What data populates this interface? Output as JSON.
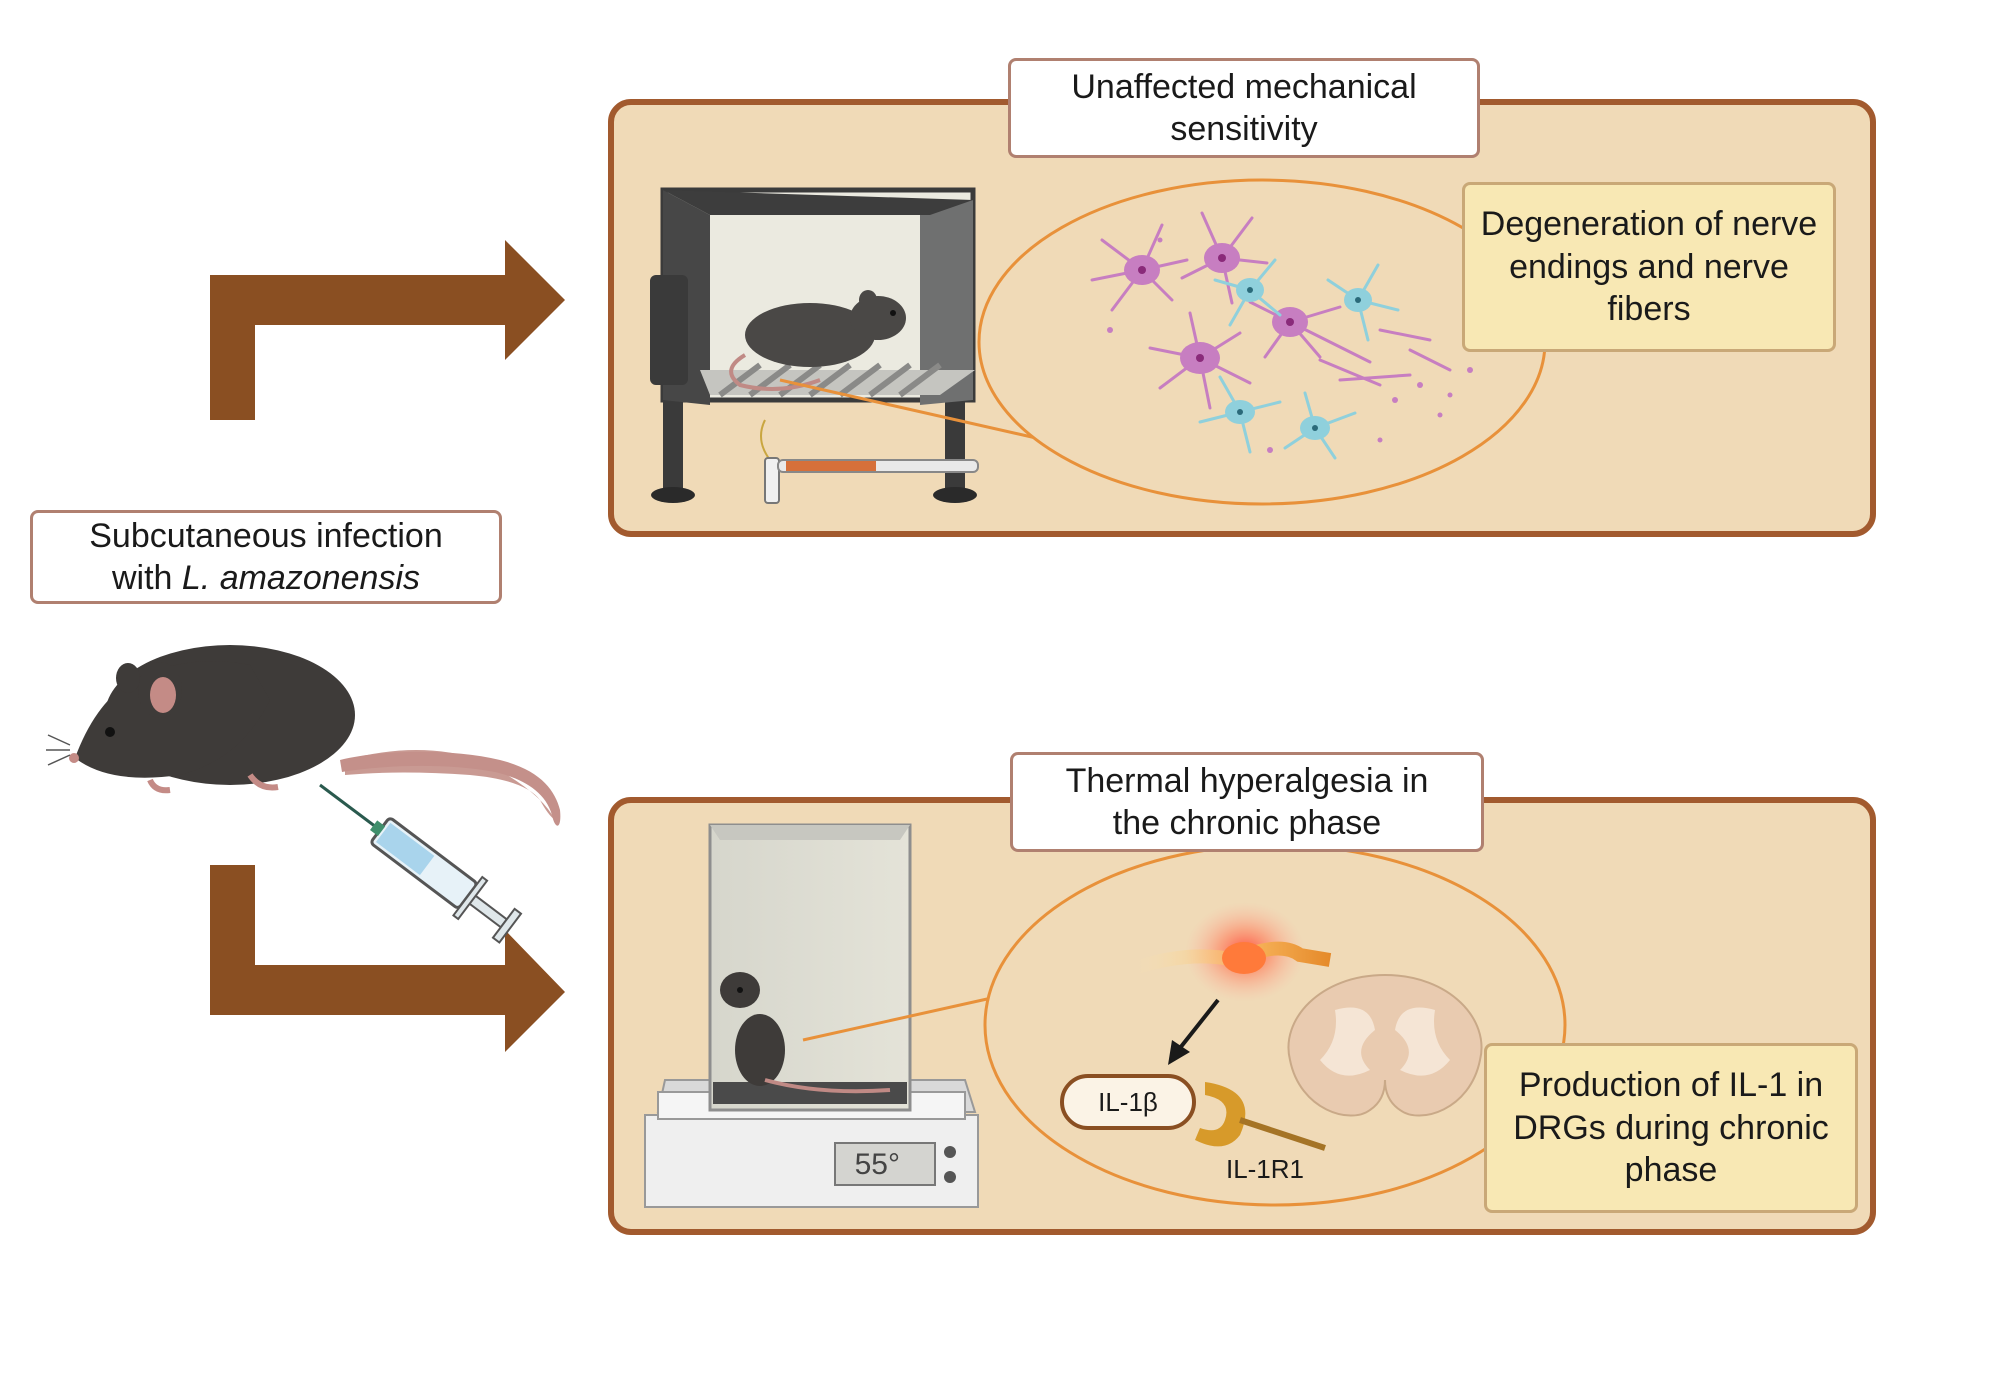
{
  "left": {
    "caption_line1": "Subcutaneous infection",
    "caption_prefix": "with ",
    "caption_species": "L. amazonensis"
  },
  "top_panel": {
    "title_line1": "Unaffected mechanical",
    "title_line2": "sensitivity",
    "note_line1": "Degeneration of nerve",
    "note_line2": "endings and nerve",
    "note_line3": "fibers"
  },
  "bottom_panel": {
    "title_line1": "Thermal hyperalgesia in",
    "title_line2": "the chronic phase",
    "note_line1": "Production of IL-1 in",
    "note_line2": "DRGs during chronic",
    "note_line3": "phase",
    "ligand_label": "IL-1β",
    "receptor_label": "IL-1R1",
    "hotplate_display": "55°"
  },
  "colors": {
    "arrow": "#8a4f22",
    "panel_fill": "#f0dab7",
    "panel_border": "#a25a2e",
    "ellipse_stroke": "#e8913a",
    "note_fill": "#f8e8b4"
  }
}
